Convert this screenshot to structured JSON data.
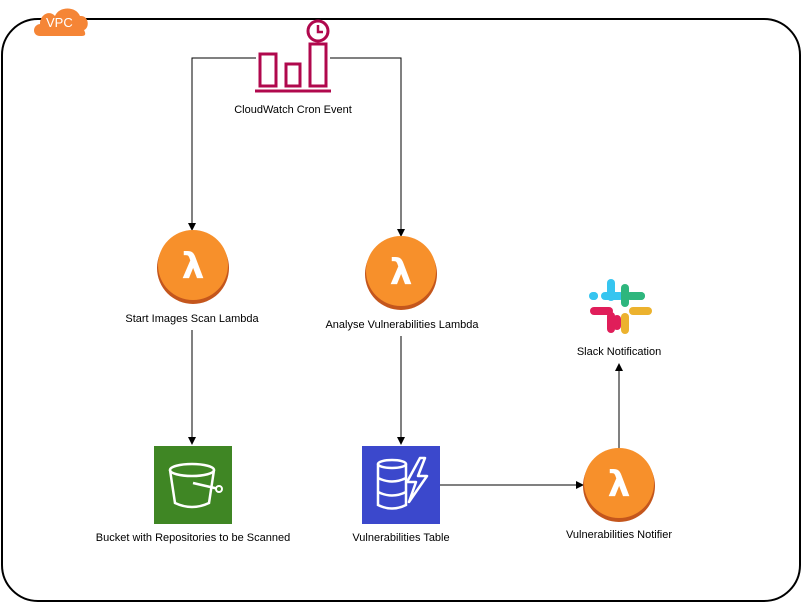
{
  "vpc": {
    "label": "VPC"
  },
  "colors": {
    "vpc_orange": "#F58536",
    "lambda_orange": "#F7902B",
    "cloudwatch_pink": "#B0084D",
    "s3_green": "#3F8624",
    "dynamodb_blue": "#3B48CC",
    "border": "#000000"
  },
  "nodes": {
    "cloudwatch": {
      "label": "CloudWatch Cron Event",
      "icon": "cloudwatch-icon"
    },
    "start_scan_lambda": {
      "label": "Start Images Scan Lambda",
      "icon": "lambda-icon"
    },
    "analyse_lambda": {
      "label": "Analyse Vulnerabilities Lambda",
      "icon": "lambda-icon"
    },
    "notifier_lambda": {
      "label": "Vulnerabilities Notifier",
      "icon": "lambda-icon"
    },
    "s3_bucket": {
      "label": "Bucket with Repositories to be Scanned",
      "icon": "s3-bucket-icon"
    },
    "dynamodb_table": {
      "label": "Vulnerabilities Table",
      "icon": "dynamodb-icon"
    },
    "slack": {
      "label": "Slack Notification",
      "icon": "slack-icon"
    }
  },
  "edges": [
    {
      "from": "cloudwatch",
      "to": "start_scan_lambda"
    },
    {
      "from": "cloudwatch",
      "to": "analyse_lambda"
    },
    {
      "from": "start_scan_lambda",
      "to": "s3_bucket"
    },
    {
      "from": "analyse_lambda",
      "to": "dynamodb_table"
    },
    {
      "from": "dynamodb_table",
      "to": "notifier_lambda"
    },
    {
      "from": "notifier_lambda",
      "to": "slack"
    }
  ]
}
